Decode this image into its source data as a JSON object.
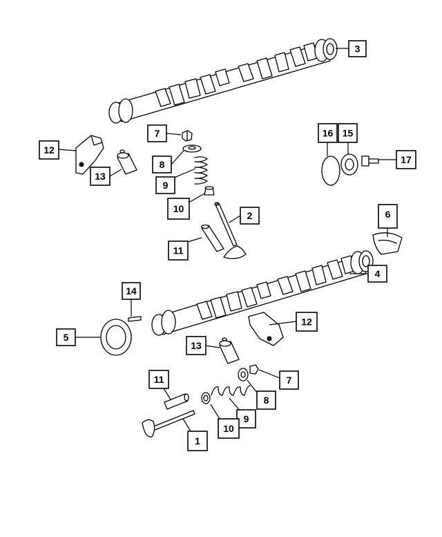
{
  "callouts": {
    "c1": "1",
    "c2": "2",
    "c3": "3",
    "c4": "4",
    "c5": "5",
    "c6": "6",
    "c7a": "7",
    "c7b": "7",
    "c8a": "8",
    "c8b": "8",
    "c9a": "9",
    "c9b": "9",
    "c10a": "10",
    "c10b": "10",
    "c11a": "11",
    "c11b": "11",
    "c12a": "12",
    "c12b": "12",
    "c13a": "13",
    "c13b": "13",
    "c14": "14",
    "c15": "15",
    "c16": "16",
    "c17": "17"
  }
}
